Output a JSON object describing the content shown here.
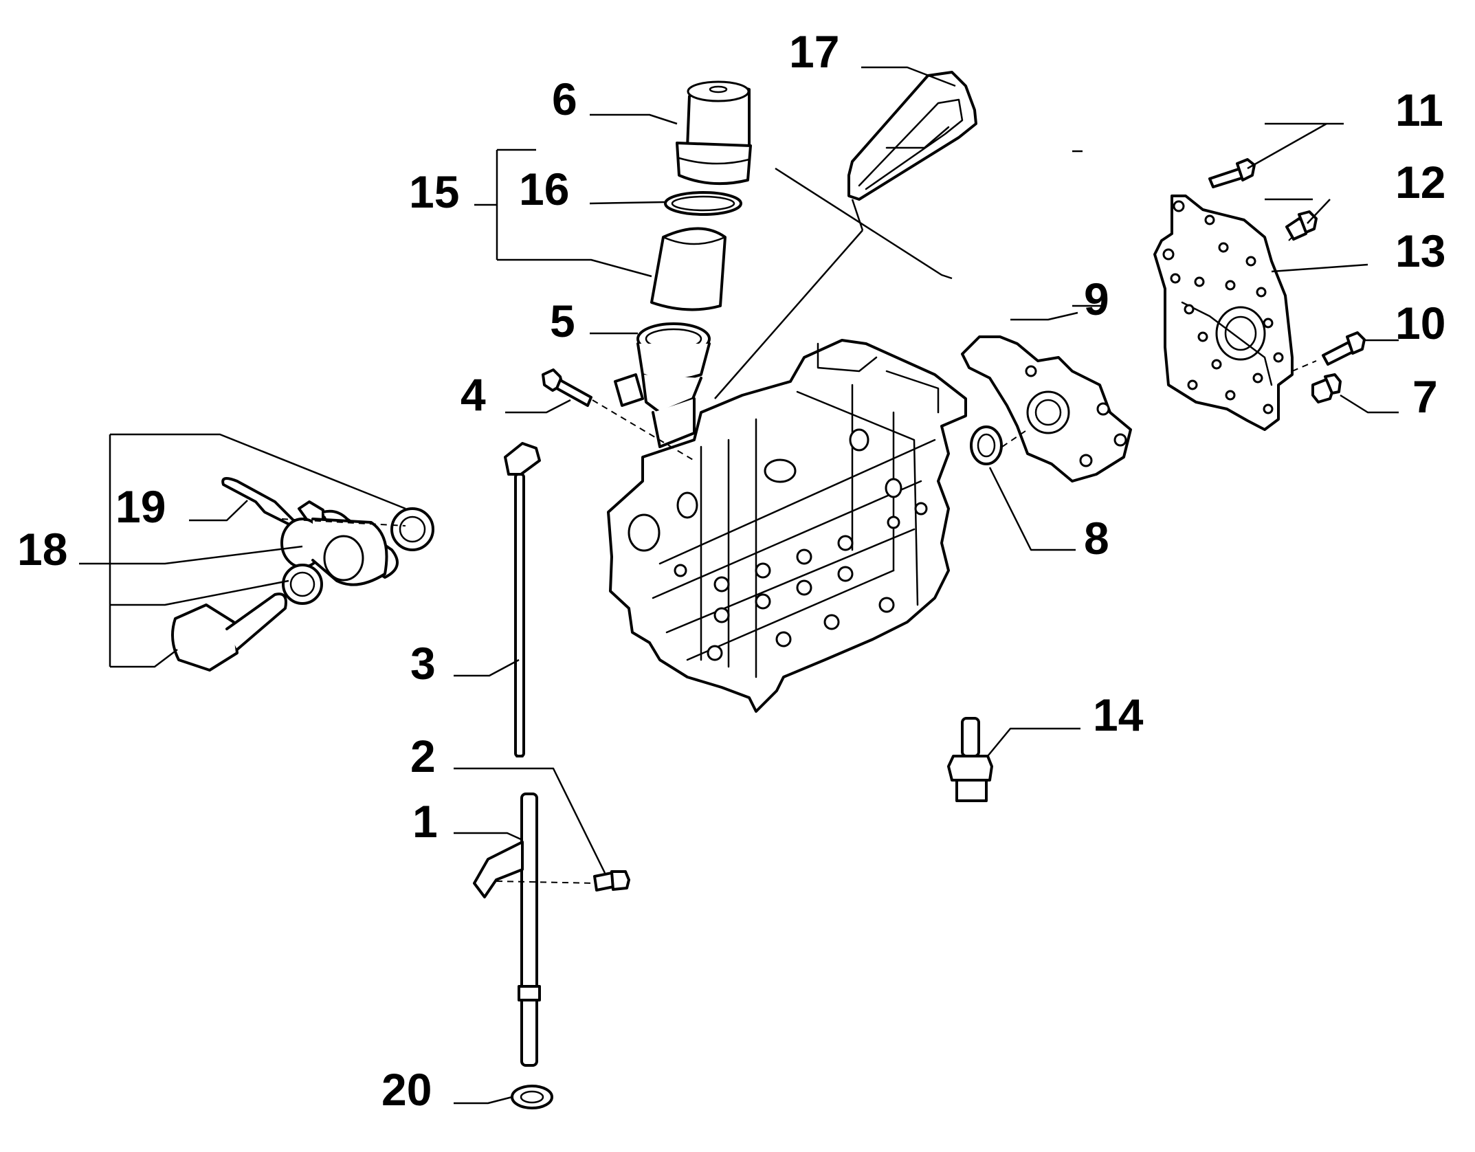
{
  "callouts": [
    {
      "id": "1",
      "label": "1"
    },
    {
      "id": "2",
      "label": "2"
    },
    {
      "id": "3",
      "label": "3"
    },
    {
      "id": "4",
      "label": "4"
    },
    {
      "id": "5",
      "label": "5"
    },
    {
      "id": "6",
      "label": "6"
    },
    {
      "id": "7",
      "label": "7"
    },
    {
      "id": "8",
      "label": "8"
    },
    {
      "id": "9",
      "label": "9"
    },
    {
      "id": "10",
      "label": "10"
    },
    {
      "id": "11",
      "label": "11"
    },
    {
      "id": "12",
      "label": "12"
    },
    {
      "id": "13",
      "label": "13"
    },
    {
      "id": "14",
      "label": "14"
    },
    {
      "id": "15",
      "label": "15"
    },
    {
      "id": "16",
      "label": "16"
    },
    {
      "id": "17",
      "label": "17"
    },
    {
      "id": "18",
      "label": "18"
    },
    {
      "id": "19",
      "label": "19"
    },
    {
      "id": "20",
      "label": "20"
    }
  ],
  "colors": {
    "ink": "#000000",
    "paper": "#ffffff"
  }
}
